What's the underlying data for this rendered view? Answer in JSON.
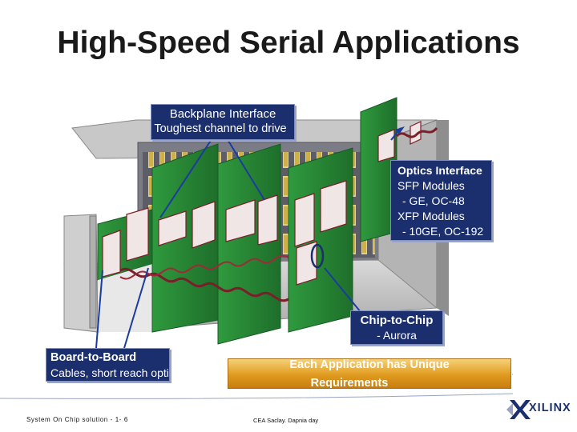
{
  "slide": {
    "title": "High-Speed Serial Applications"
  },
  "callouts": {
    "backplane": {
      "heading": "Backplane Interface",
      "detail": "Toughest channel to drive"
    },
    "optics": {
      "heading": "Optics Interface",
      "lines": [
        "SFP Modules",
        "- GE,  OC-48",
        "XFP Modules",
        "- 10GE,  OC-192"
      ]
    },
    "chip": {
      "heading": "Chip-to-Chip",
      "detail": "- Aurora"
    },
    "board": {
      "heading": "Board-to-Board",
      "detail": "Cables, short reach optics"
    },
    "unique": {
      "line1": "Each Application has Unique",
      "line2": "Requirements"
    }
  },
  "footer": {
    "left": "System On Chip solution  -  1- 6",
    "center": "CEA Saclay. Dapnia day",
    "logo_text": "XILINX"
  },
  "colors": {
    "callout_bg": "#1b2f6e",
    "board_green": "#2e8b3a",
    "chassis_gray": "#9a9a9a",
    "backplane_gray": "#6d6d75",
    "accent_orange": "#e09a1e",
    "cable_maroon": "#7a1f2a"
  }
}
